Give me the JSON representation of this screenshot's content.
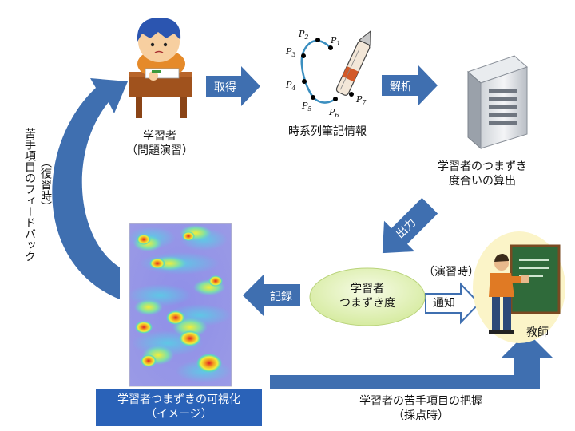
{
  "learner": {
    "name": "学習者",
    "activity": "（問題演習）"
  },
  "timeseries_label": "時系列筆記情報",
  "points": [
    {
      "p": "P",
      "s": "1"
    },
    {
      "p": "P",
      "s": "2"
    },
    {
      "p": "P",
      "s": "3"
    },
    {
      "p": "P",
      "s": "4"
    },
    {
      "p": "P",
      "s": "5"
    },
    {
      "p": "P",
      "s": "6"
    },
    {
      "p": "P",
      "s": "7"
    }
  ],
  "arrows": {
    "acquire": "取得",
    "analyze": "解析",
    "output": "出力",
    "record": "記録",
    "notify": "通知"
  },
  "server_caption": {
    "line1": "学習者のつまずき",
    "line2": "度合いの算出"
  },
  "bubble": {
    "line1": "学習者",
    "line2": "つまずき度"
  },
  "exercise_time": "（演習時）",
  "teacher_label": "教師",
  "feedback": {
    "line1": "苦手項目のフィードバック",
    "line2": "（復習時）"
  },
  "visualization": {
    "line1": "学習者つまずきの可視化",
    "line2": "（イメージ）"
  },
  "grasp": {
    "line1": "学習者の苦手項目の把握",
    "line2": "（採点時）"
  },
  "colors": {
    "arrow": "#3f6fb0",
    "arrow_dark": "#2c5593",
    "bubble": "#e3f2b8",
    "vis_box": "#2a62b8"
  }
}
